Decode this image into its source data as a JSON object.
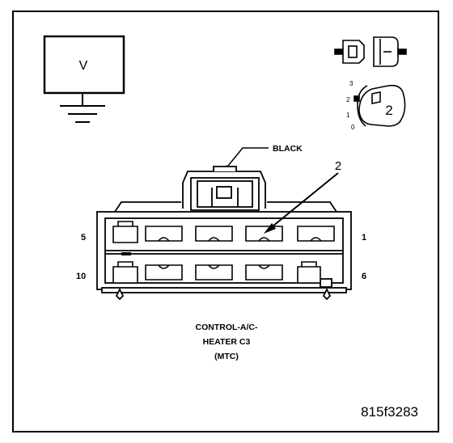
{
  "meter": {
    "symbol": "V"
  },
  "probe_icon": {
    "number": "2",
    "scale": [
      "3",
      "2",
      "1",
      "0"
    ]
  },
  "wire_label": "BLACK",
  "callout": "2",
  "pins": {
    "top_left": "5",
    "top_right": "1",
    "bottom_left": "10",
    "bottom_right": "6"
  },
  "connector_name": [
    "CONTROL-A/C-",
    "HEATER C3",
    "(MTC)"
  ],
  "figure_id": "815f3283"
}
